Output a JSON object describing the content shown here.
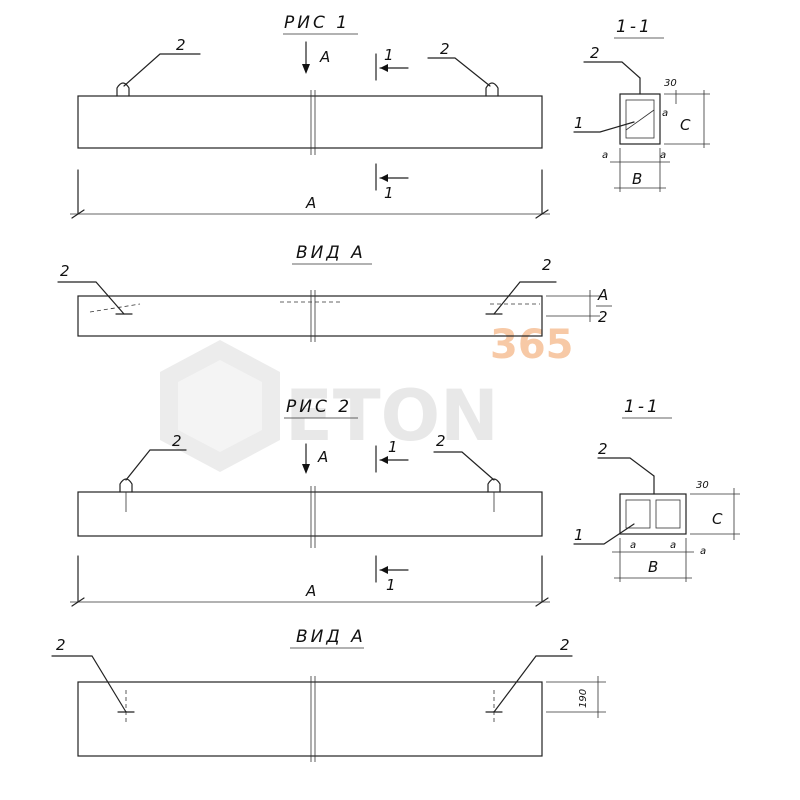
{
  "watermark": {
    "brand": "ETON",
    "number": "365"
  },
  "fig1": {
    "title": "РИС 1",
    "view_arrow": "А",
    "section_mark": "1",
    "section_mark_bottom": "1",
    "loop_label": "2",
    "length_label": "А"
  },
  "section1": {
    "title": "1-1",
    "labels": {
      "loop": "2",
      "rebar": "1",
      "d30": "30",
      "a": "a",
      "b": "В",
      "c": "C"
    }
  },
  "viewA1": {
    "title": "ВИД А",
    "loop_label": "2",
    "dim_top": "А",
    "dim_bottom": "2"
  },
  "fig2": {
    "title": "РИС 2",
    "view_arrow": "А",
    "section_mark": "1",
    "section_mark_bottom": "1",
    "loop_label": "2",
    "length_label": "А"
  },
  "section2": {
    "title": "1-1",
    "labels": {
      "loop": "2",
      "rebar": "1",
      "d30": "30",
      "a": "a",
      "b": "В",
      "c": "C"
    }
  },
  "viewA2": {
    "title": "ВИД А",
    "loop_label": "2",
    "dim": "190"
  }
}
